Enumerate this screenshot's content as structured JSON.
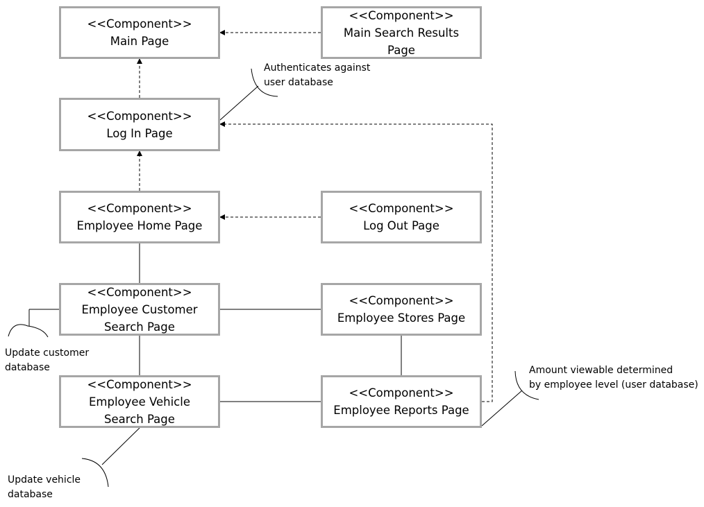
{
  "components": {
    "main_page": {
      "stereotype": "<<Component>>",
      "lines": [
        "Main Page"
      ]
    },
    "main_search_results_page": {
      "stereotype": "<<Component>>",
      "lines": [
        "Main Search Results",
        "Page"
      ]
    },
    "log_in_page": {
      "stereotype": "<<Component>>",
      "lines": [
        "Log In Page"
      ]
    },
    "employee_home_page": {
      "stereotype": "<<Component>>",
      "lines": [
        "Employee Home Page"
      ]
    },
    "log_out_page": {
      "stereotype": "<<Component>>",
      "lines": [
        "Log Out Page"
      ]
    },
    "employee_customer_search_page": {
      "stereotype": "<<Component>>",
      "lines": [
        "Employee Customer",
        "Search Page"
      ]
    },
    "employee_stores_page": {
      "stereotype": "<<Component>>",
      "lines": [
        "Employee Stores Page"
      ]
    },
    "employee_vehicle_search_page": {
      "stereotype": "<<Component>>",
      "lines": [
        "Employee Vehicle",
        "Search Page"
      ]
    },
    "employee_reports_page": {
      "stereotype": "<<Component>>",
      "lines": [
        "Employee Reports Page"
      ]
    }
  },
  "notes": {
    "authenticates": [
      "Authenticates against",
      "user database"
    ],
    "update_customer": [
      "Update customer",
      "database"
    ],
    "update_vehicle": [
      "Update vehicle",
      "database"
    ],
    "amount_viewable": [
      "Amount viewable determined",
      "by employee level (user database)"
    ]
  },
  "colors": {
    "box_border": "#a6a6a6",
    "line": "#000000",
    "text": "#000000"
  }
}
